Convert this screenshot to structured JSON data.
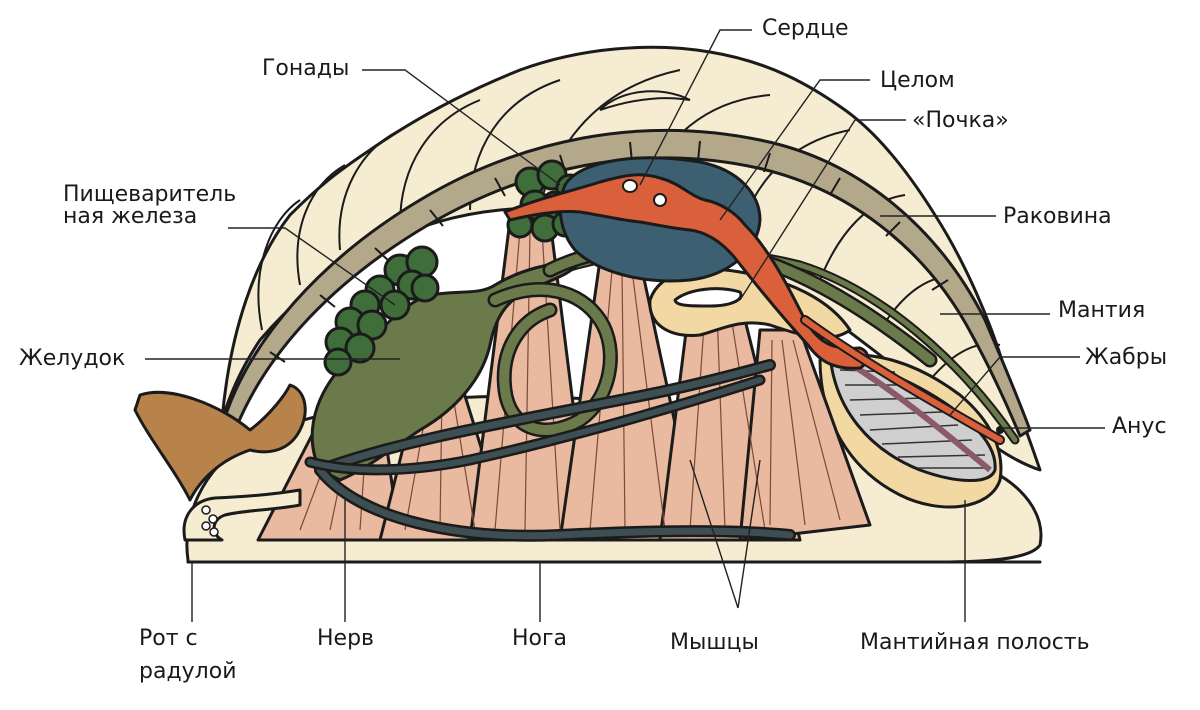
{
  "labels": {
    "heart": "Сердце",
    "gonads": "Гонады",
    "coelom": "Целом",
    "kidney": "«Почка»",
    "digestive_gland_1": "Пищеваритель",
    "digestive_gland_2": "ная железа",
    "shell": "Раковина",
    "mantle": "Мантия",
    "stomach": "Желудок",
    "gills": "Жабры",
    "anus": "Анус",
    "mouth_1": "Рот с",
    "mouth_2": "радулой",
    "nerve": "Нерв",
    "foot": "Нога",
    "muscles": "Мышцы",
    "mantle_cavity": "Мантийная полость"
  },
  "colors": {
    "shell": "#f6ecd2",
    "shell_band": "#b3a88a",
    "muscle": "#e9b9a0",
    "gut": "#6b7a4a",
    "nerve": "#3d4f52",
    "pericardium": "#3c6072",
    "heart": "#d9603a",
    "gonads": "#3f6e3b",
    "mouth": "#b7834a",
    "gill": "#d0cfcf",
    "gill_vessel": "#8a5a6a"
  }
}
